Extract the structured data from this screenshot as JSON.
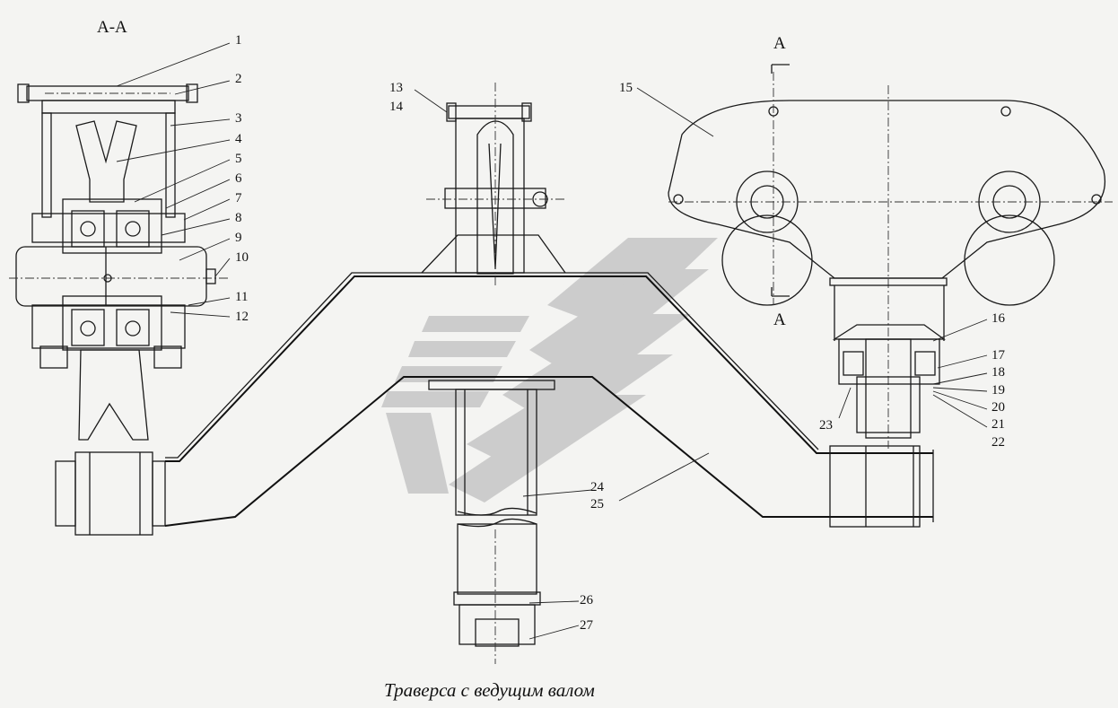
{
  "caption": "Траверса с ведущим валом",
  "section_view": "А-А",
  "section_marks": [
    "А",
    "А"
  ],
  "callouts": [
    "1",
    "2",
    "3",
    "4",
    "5",
    "6",
    "7",
    "8",
    "9",
    "10",
    "11",
    "12",
    "13",
    "14",
    "15",
    "16",
    "17",
    "18",
    "19",
    "20",
    "21",
    "22",
    "23",
    "24",
    "25",
    "26",
    "27"
  ],
  "colors": {
    "ink": "#1a1a1a",
    "paper": "#f4f4f2",
    "logo": "#c9c9c9"
  }
}
